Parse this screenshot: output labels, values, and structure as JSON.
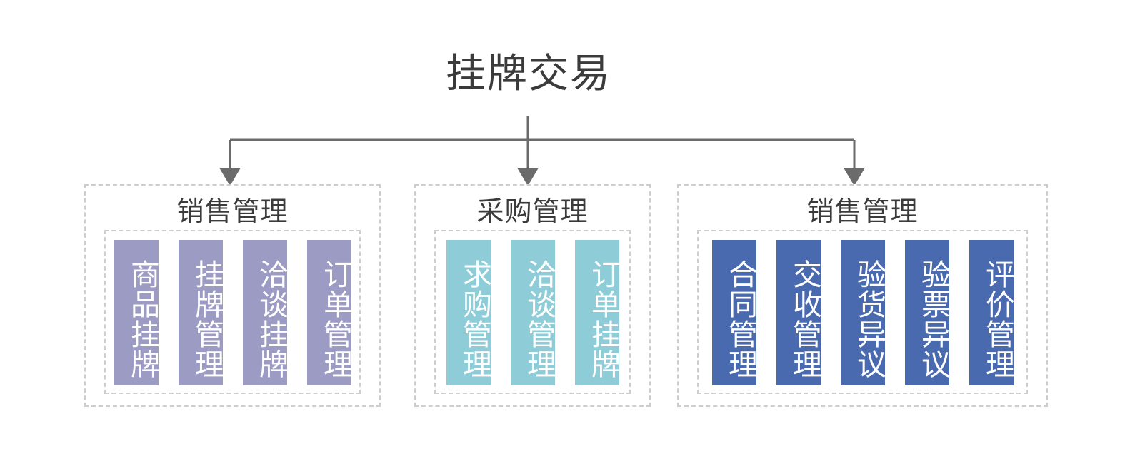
{
  "title": "挂牌交易",
  "colors": {
    "title_text": "#3b3b3b",
    "connector_line": "#6b6b6b",
    "dashed_border": "#cdcdd2",
    "group_1_fill": "#9b9bc4",
    "group_2_fill": "#8ecdd8",
    "group_3_fill": "#4a6ab0",
    "bar_text": "#ffffff",
    "background": "#ffffff"
  },
  "groups": [
    {
      "header": "销售管理",
      "fill": "#9b9bc4",
      "items": [
        {
          "label": "商品挂牌"
        },
        {
          "label": "挂牌管理"
        },
        {
          "label": "洽谈挂牌"
        },
        {
          "label": "订单管理"
        }
      ]
    },
    {
      "header": "采购管理",
      "fill": "#8ecdd8",
      "items": [
        {
          "label": "求购管理"
        },
        {
          "label": "洽谈管理"
        },
        {
          "label": "订单挂牌"
        }
      ]
    },
    {
      "header": "销售管理",
      "fill": "#4a6ab0",
      "items": [
        {
          "label": "合同管理"
        },
        {
          "label": "交收管理"
        },
        {
          "label": "验货异议"
        },
        {
          "label": "验票异议"
        },
        {
          "label": "评价管理"
        }
      ]
    }
  ],
  "connectors": {
    "stem_label": "title-to-bus",
    "bus_label": "horizontal-bus",
    "arrows": [
      {
        "label": "arrow-to-group-1"
      },
      {
        "label": "arrow-to-group-2"
      },
      {
        "label": "arrow-to-group-3"
      }
    ]
  }
}
